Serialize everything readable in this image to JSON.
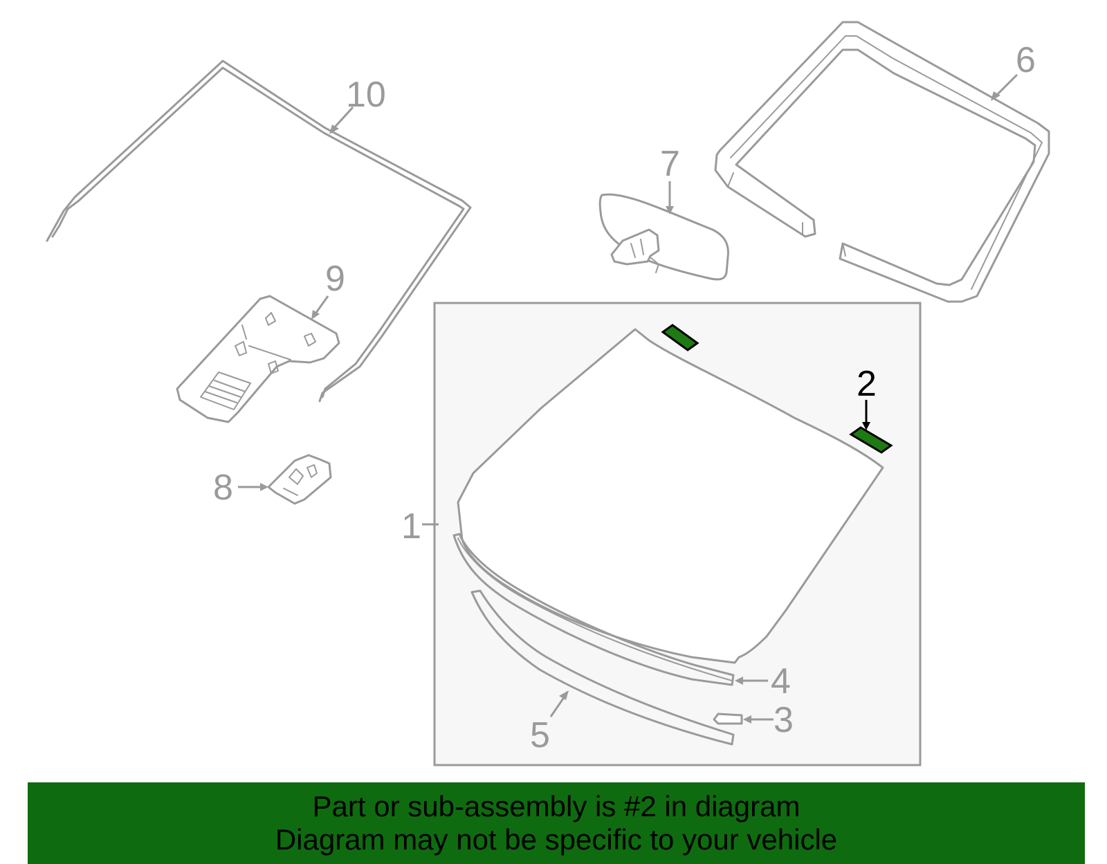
{
  "callouts": {
    "c1": "1",
    "c2": "2",
    "c3": "3",
    "c4": "4",
    "c5": "5",
    "c6": "6",
    "c7": "7",
    "c8": "8",
    "c9": "9",
    "c10": "10"
  },
  "highlighted_part": "2",
  "colors": {
    "line": "#9a9a9a",
    "highlight_fill": "#1e7a12",
    "banner_background": "#0f6b0f",
    "inset_background": "#f7f7f7"
  },
  "banner": {
    "line1": "Part or sub-assembly is #2 in diagram",
    "line2": "Diagram may not be specific to your vehicle"
  }
}
